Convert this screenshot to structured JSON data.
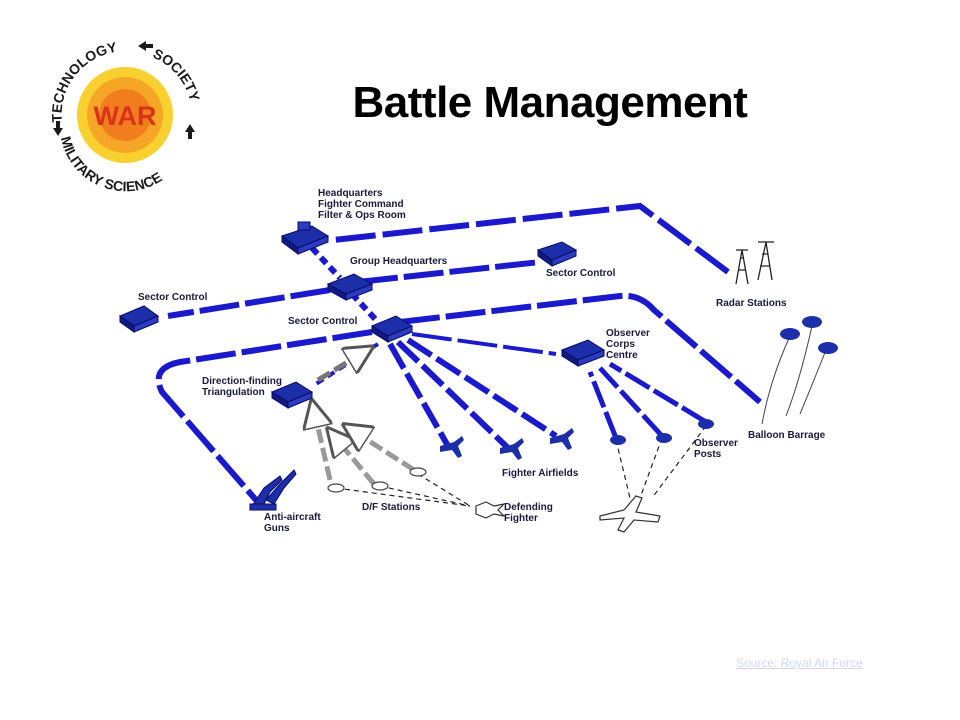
{
  "logo": {
    "top_text": "TECHNOLOGY",
    "right_text": "SOCIETY",
    "bottom_text": "MILITARY SCIENCE",
    "center_text": "WAR",
    "colors": {
      "sun": "#f5c518",
      "center": "#f07a1a",
      "text": "#e5531a",
      "ring_text": "#1a1a1a"
    }
  },
  "title": "Battle Management",
  "labels": {
    "hq": [
      "Headquarters",
      "Fighter Command",
      "Filter & Ops Room"
    ],
    "group_hq": "Group Headquarters",
    "sector_control_right": "Sector Control",
    "sector_control_left": "Sector Control",
    "sector_control_center": "Sector Control",
    "radar": "Radar Stations",
    "observer_centre": [
      "Observer",
      "Corps",
      "Centre"
    ],
    "df_triangulation": [
      "Direction-finding",
      "Triangulation"
    ],
    "fighter_airfields": "Fighter Airfields",
    "observer_posts": [
      "Observer",
      "Posts"
    ],
    "balloon": "Balloon Barrage",
    "aa_guns": [
      "Anti-aircraft",
      "Guns"
    ],
    "df_stations": "D/F Stations",
    "defending_fighter": [
      "Defending",
      "Fighter"
    ]
  },
  "source": "Source: Royal Air Force",
  "colors": {
    "line": "#1a1acc",
    "dark": "#0a0a6a",
    "node": "#1c2fa8"
  }
}
